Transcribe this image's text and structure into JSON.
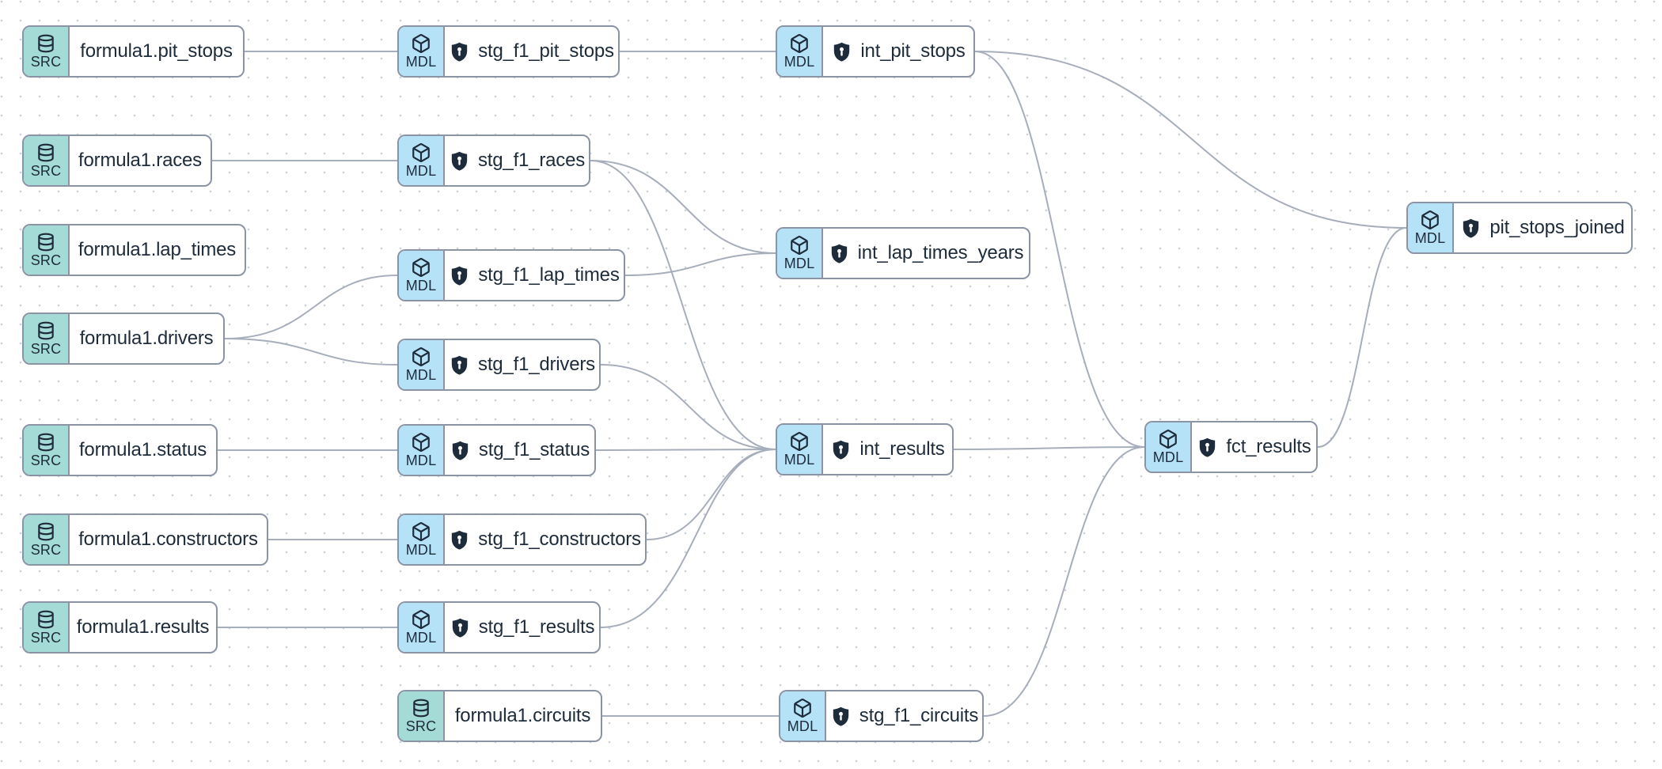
{
  "palette": {
    "canvas_bg": "#ffffff",
    "dot_color": "#ced2d9",
    "edge_color": "#a7aebb",
    "node_border": "#8b94a5",
    "node_bg": "#ffffff",
    "source_badge_bg": "#a5dbd7",
    "model_badge_bg": "#b6e2f8",
    "text_color": "#1d2b3a"
  },
  "nodes": [
    {
      "id": "formula1.pit_stops",
      "label": "formula1.pit_stops",
      "type": "source",
      "badge": "SRC"
    },
    {
      "id": "stg_f1_pit_stops",
      "label": "stg_f1_pit_stops",
      "type": "model",
      "badge": "MDL"
    },
    {
      "id": "int_pit_stops",
      "label": "int_pit_stops",
      "type": "model",
      "badge": "MDL"
    },
    {
      "id": "formula1.races",
      "label": "formula1.races",
      "type": "source",
      "badge": "SRC"
    },
    {
      "id": "stg_f1_races",
      "label": "stg_f1_races",
      "type": "model",
      "badge": "MDL"
    },
    {
      "id": "formula1.lap_times",
      "label": "formula1.lap_times",
      "type": "source",
      "badge": "SRC"
    },
    {
      "id": "int_lap_times_years",
      "label": "int_lap_times_years",
      "type": "model",
      "badge": "MDL"
    },
    {
      "id": "stg_f1_lap_times",
      "label": "stg_f1_lap_times",
      "type": "model",
      "badge": "MDL"
    },
    {
      "id": "formula1.drivers",
      "label": "formula1.drivers",
      "type": "source",
      "badge": "SRC"
    },
    {
      "id": "stg_f1_drivers",
      "label": "stg_f1_drivers",
      "type": "model",
      "badge": "MDL"
    },
    {
      "id": "formula1.status",
      "label": "formula1.status",
      "type": "source",
      "badge": "SRC"
    },
    {
      "id": "stg_f1_status",
      "label": "stg_f1_status",
      "type": "model",
      "badge": "MDL"
    },
    {
      "id": "int_results",
      "label": "int_results",
      "type": "model",
      "badge": "MDL"
    },
    {
      "id": "fct_results",
      "label": "fct_results",
      "type": "model",
      "badge": "MDL"
    },
    {
      "id": "formula1.constructors",
      "label": "formula1.constructors",
      "type": "source",
      "badge": "SRC"
    },
    {
      "id": "stg_f1_constructors",
      "label": "stg_f1_constructors",
      "type": "model",
      "badge": "MDL"
    },
    {
      "id": "formula1.results",
      "label": "formula1.results",
      "type": "source",
      "badge": "SRC"
    },
    {
      "id": "stg_f1_results",
      "label": "stg_f1_results",
      "type": "model",
      "badge": "MDL"
    },
    {
      "id": "formula1.circuits",
      "label": "formula1.circuits",
      "type": "source",
      "badge": "SRC"
    },
    {
      "id": "stg_f1_circuits",
      "label": "stg_f1_circuits",
      "type": "model",
      "badge": "MDL"
    },
    {
      "id": "pit_stops_joined",
      "label": "pit_stops_joined",
      "type": "model",
      "badge": "MDL"
    }
  ],
  "edges": [
    {
      "from": "formula1.pit_stops",
      "to": "stg_f1_pit_stops"
    },
    {
      "from": "stg_f1_pit_stops",
      "to": "int_pit_stops"
    },
    {
      "from": "int_pit_stops",
      "to": "pit_stops_joined"
    },
    {
      "from": "int_pit_stops",
      "to": "fct_results"
    },
    {
      "from": "formula1.races",
      "to": "stg_f1_races"
    },
    {
      "from": "stg_f1_races",
      "to": "int_lap_times_years"
    },
    {
      "from": "stg_f1_races",
      "to": "int_results"
    },
    {
      "from": "stg_f1_lap_times",
      "to": "int_lap_times_years"
    },
    {
      "from": "formula1.drivers",
      "to": "stg_f1_lap_times"
    },
    {
      "from": "formula1.drivers",
      "to": "stg_f1_drivers"
    },
    {
      "from": "stg_f1_drivers",
      "to": "int_results"
    },
    {
      "from": "formula1.status",
      "to": "stg_f1_status"
    },
    {
      "from": "stg_f1_status",
      "to": "int_results"
    },
    {
      "from": "formula1.constructors",
      "to": "stg_f1_constructors"
    },
    {
      "from": "stg_f1_constructors",
      "to": "int_results"
    },
    {
      "from": "formula1.results",
      "to": "stg_f1_results"
    },
    {
      "from": "stg_f1_results",
      "to": "int_results"
    },
    {
      "from": "int_results",
      "to": "fct_results"
    },
    {
      "from": "formula1.circuits",
      "to": "stg_f1_circuits"
    },
    {
      "from": "stg_f1_circuits",
      "to": "fct_results"
    },
    {
      "from": "fct_results",
      "to": "pit_stops_joined"
    }
  ]
}
